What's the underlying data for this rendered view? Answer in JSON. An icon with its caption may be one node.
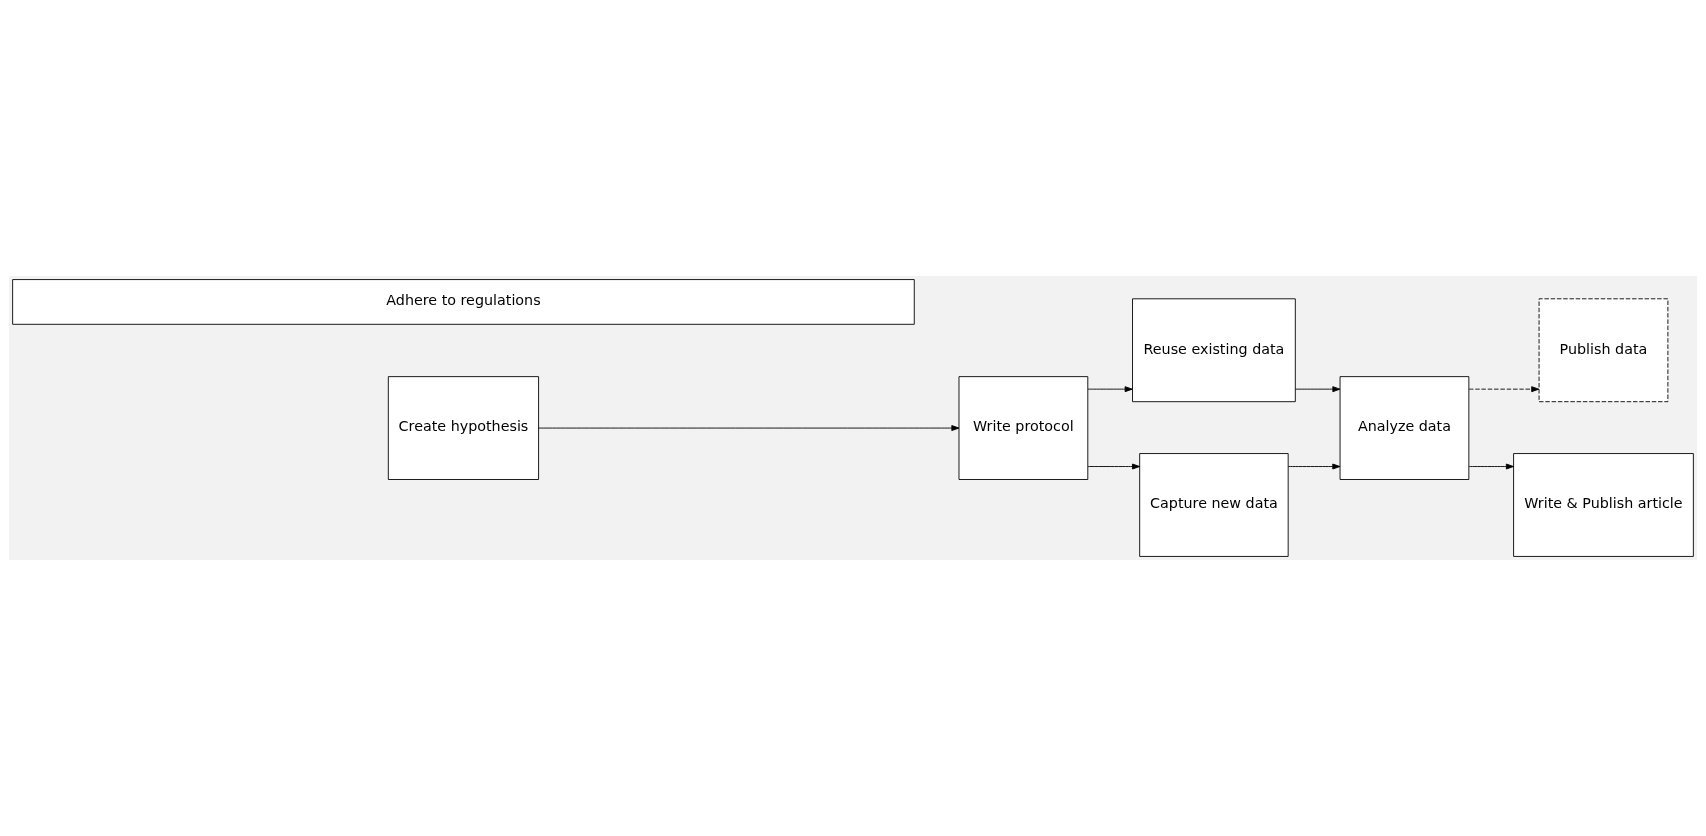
{
  "diagram": {
    "nodes": [
      {
        "text": [
          "Create hypothesis"
        ]
      },
      {
        "text": [
          "Write protocol"
        ]
      },
      {
        "text": [
          "Reuse existing data"
        ]
      },
      {
        "text": [
          "Capture new data"
        ]
      },
      {
        "text": [
          "Analyze data"
        ]
      },
      {
        "text": [
          "Publish data"
        ]
      },
      {
        "text": [
          "Write & Publish article"
        ]
      },
      {
        "text": [
          "Adhere to regulations"
        ]
      }
    ],
    "edges": [
      {
        "from": 0,
        "to": 1,
        "arrow": "to"
      },
      {
        "from": 1,
        "to": 2,
        "arrow": "to"
      },
      {
        "from": 1,
        "to": 3,
        "arrow": "to"
      },
      {
        "from": 2,
        "to": 4,
        "arrow": "to"
      },
      {
        "from": 3,
        "to": 4,
        "arrow": "to"
      },
      {
        "from": 4,
        "to": 5,
        "arrow": "to",
        "style": "dashed"
      },
      {
        "from": 4,
        "to": 6,
        "arrow": "to"
      }
    ]
  }
}
